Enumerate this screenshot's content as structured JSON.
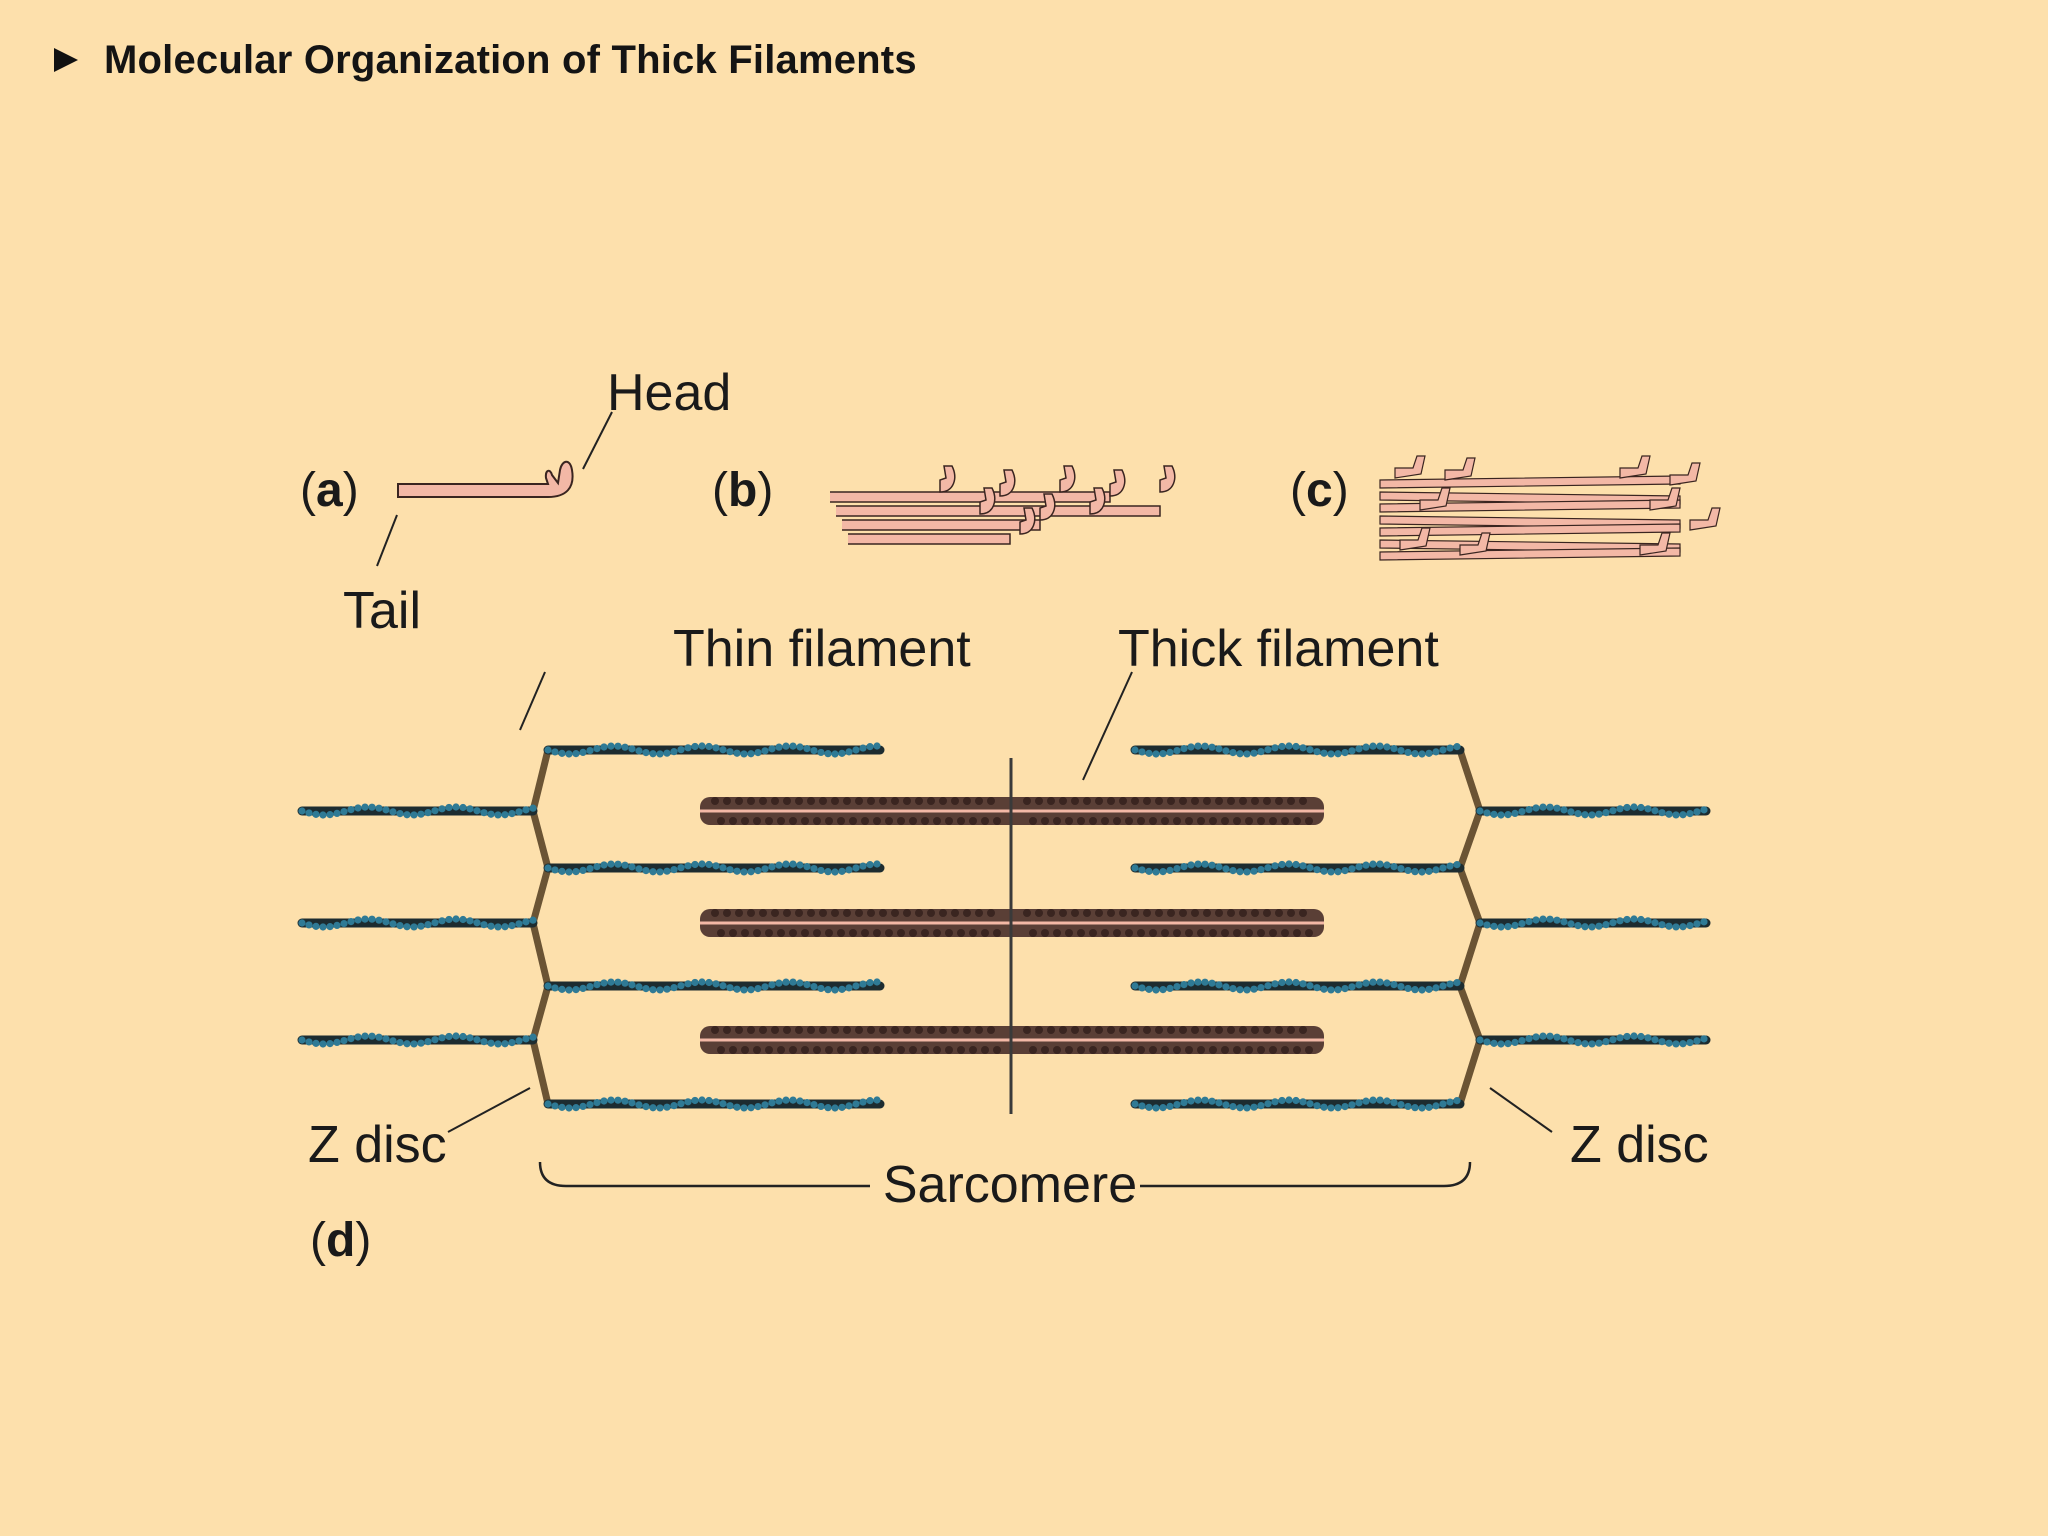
{
  "title": "Molecular Organization of Thick Filaments",
  "colors": {
    "background": "#fde0ac",
    "myosin": "#f3b8a6",
    "myosin_outline": "#3a2520",
    "thin_filament": "#2f7a95",
    "thin_filament_dark": "#1d2c30",
    "thick_filament": "#5a3f36",
    "z_disc": "#6b5434"
  },
  "labels": {
    "head": "Head",
    "tail": "Tail",
    "a": "a",
    "b": "b",
    "c": "c",
    "d": "d",
    "thin_filament": "Thin filament",
    "thick_filament": "Thick filament",
    "z_disc_left": "Z disc",
    "z_disc_right": "Z disc",
    "sarcomere": "Sarcomere"
  }
}
